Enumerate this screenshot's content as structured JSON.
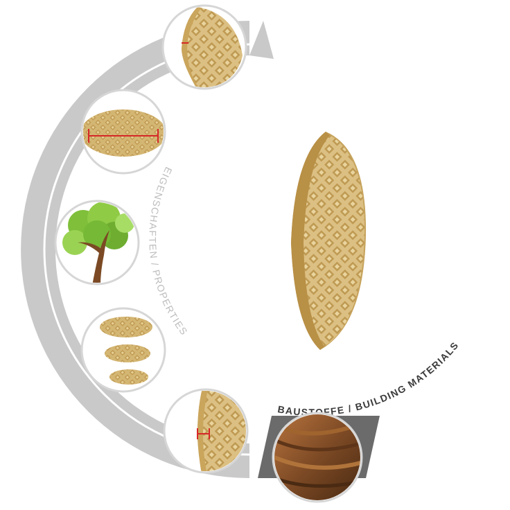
{
  "labels": {
    "properties": "EIGENSCHAFTEN / PROPERTIES",
    "building_materials": "BAUSTOFFE / BUILDING MATERIALS"
  },
  "colors": {
    "arc_gray": "#c9c9c9",
    "dark_gray": "#6b6b6b",
    "wood_light": "#d9bd7c",
    "wood_mid": "#c7a45d",
    "wood_dark": "#8f6f33",
    "dimension_red": "#d62828",
    "walnut": "#8a5430",
    "leaf_green": "#7fbf3a",
    "trunk_brown": "#7b4a24"
  },
  "icons": [
    "biscuit-thickness-icon",
    "biscuit-length-icon",
    "tree-icon",
    "biscuit-sizes-icon",
    "biscuit-edge-icon",
    "wood-block-icon",
    "biscuit-main-image"
  ]
}
